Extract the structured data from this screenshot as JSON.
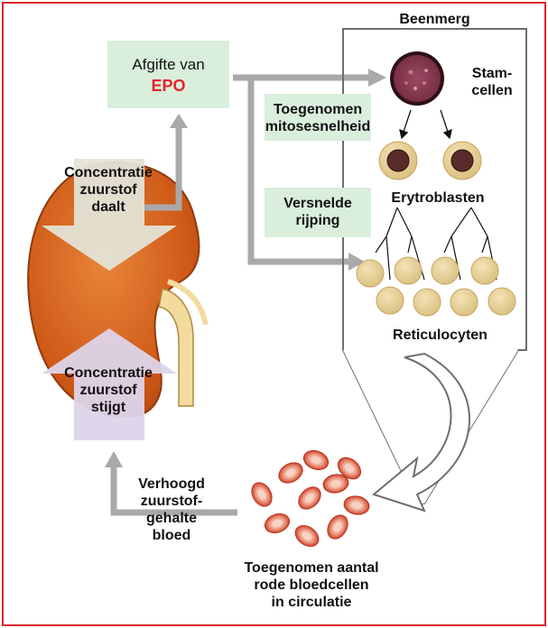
{
  "diagram": {
    "bone_marrow_title": "Beenmerg",
    "release_label": "Afgifte van",
    "epo_label": "EPO",
    "stem_cells_label": "Stam-\ncellen",
    "mitosis_label": "Toegenomen\nmitosesnelheid",
    "maturation_label": "Versnelde\nrijping",
    "erythroblasts_label": "Erytroblasten",
    "reticulocytes_label": "Reticulocyten",
    "oxygen_drop_label": "Concentratie\nzuurstof\ndaalt",
    "oxygen_rise_label": "Concentratie\nzuurstof\nstijgt",
    "blood_oxygen_label": "Verhoogd\nzuurstof-\ngehalte\nbloed",
    "rbc_count_label": "Toegenomen aantal\nrode bloedcellen\nin circulatie"
  },
  "colors": {
    "frame": "#e0262e",
    "kidney": "#d4621e",
    "green_box": "#d9efdc",
    "grey_box": "#e3e3d6",
    "purple_box": "#ddd4ea",
    "arrow_grey": "#aaaaaa",
    "epo_red": "#e0262e"
  }
}
